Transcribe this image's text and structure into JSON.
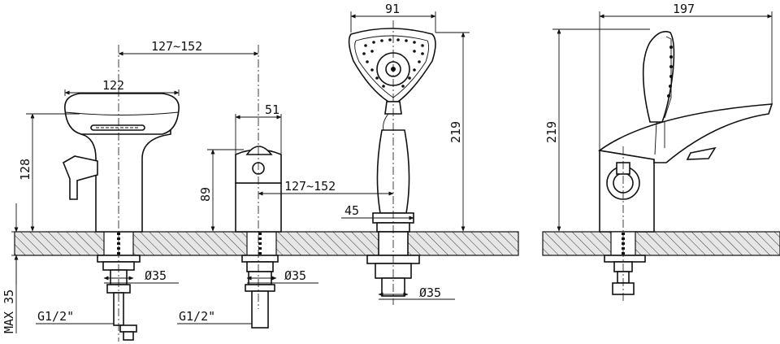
{
  "dimensions": {
    "spout_spacing": "127~152",
    "spout_width": "122",
    "spout_height": "128",
    "valve_width": "51",
    "valve_spacing": "127~152",
    "valve_height": "89",
    "shower_width": "91",
    "shower_height": "219",
    "holder_width": "45",
    "hole_diameter_1": "Ø35",
    "hole_diameter_2": "Ø35",
    "hole_diameter_3": "Ø35",
    "thread_1": "G1/2\"",
    "thread_2": "G1/2\"",
    "deck_max": "MAX 35",
    "side_depth": "197",
    "side_height": "219"
  }
}
